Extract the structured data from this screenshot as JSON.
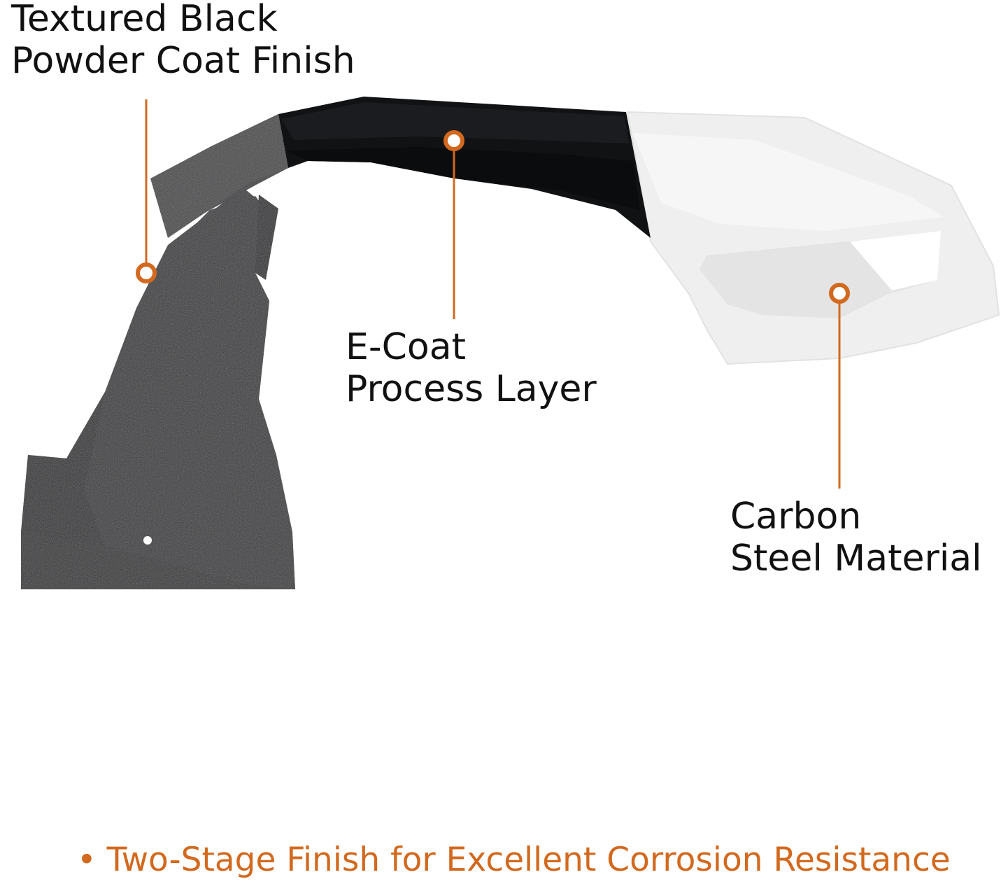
{
  "callouts": {
    "powder_coat": {
      "line1": "Textured Black",
      "line2": "Powder Coat Finish"
    },
    "ecoat": {
      "line1": "E-Coat",
      "line2": "Process Layer"
    },
    "steel": {
      "line1": "Carbon",
      "line2": "Steel Material"
    }
  },
  "footer": {
    "text": "• Two-Stage Finish for Excellent Corrosion Resistance"
  },
  "colors": {
    "accent": "#d2691e",
    "powder_coat": "#3a3b3e",
    "ecoat": "#111214",
    "steel": "#efefef",
    "text": "#111111"
  }
}
